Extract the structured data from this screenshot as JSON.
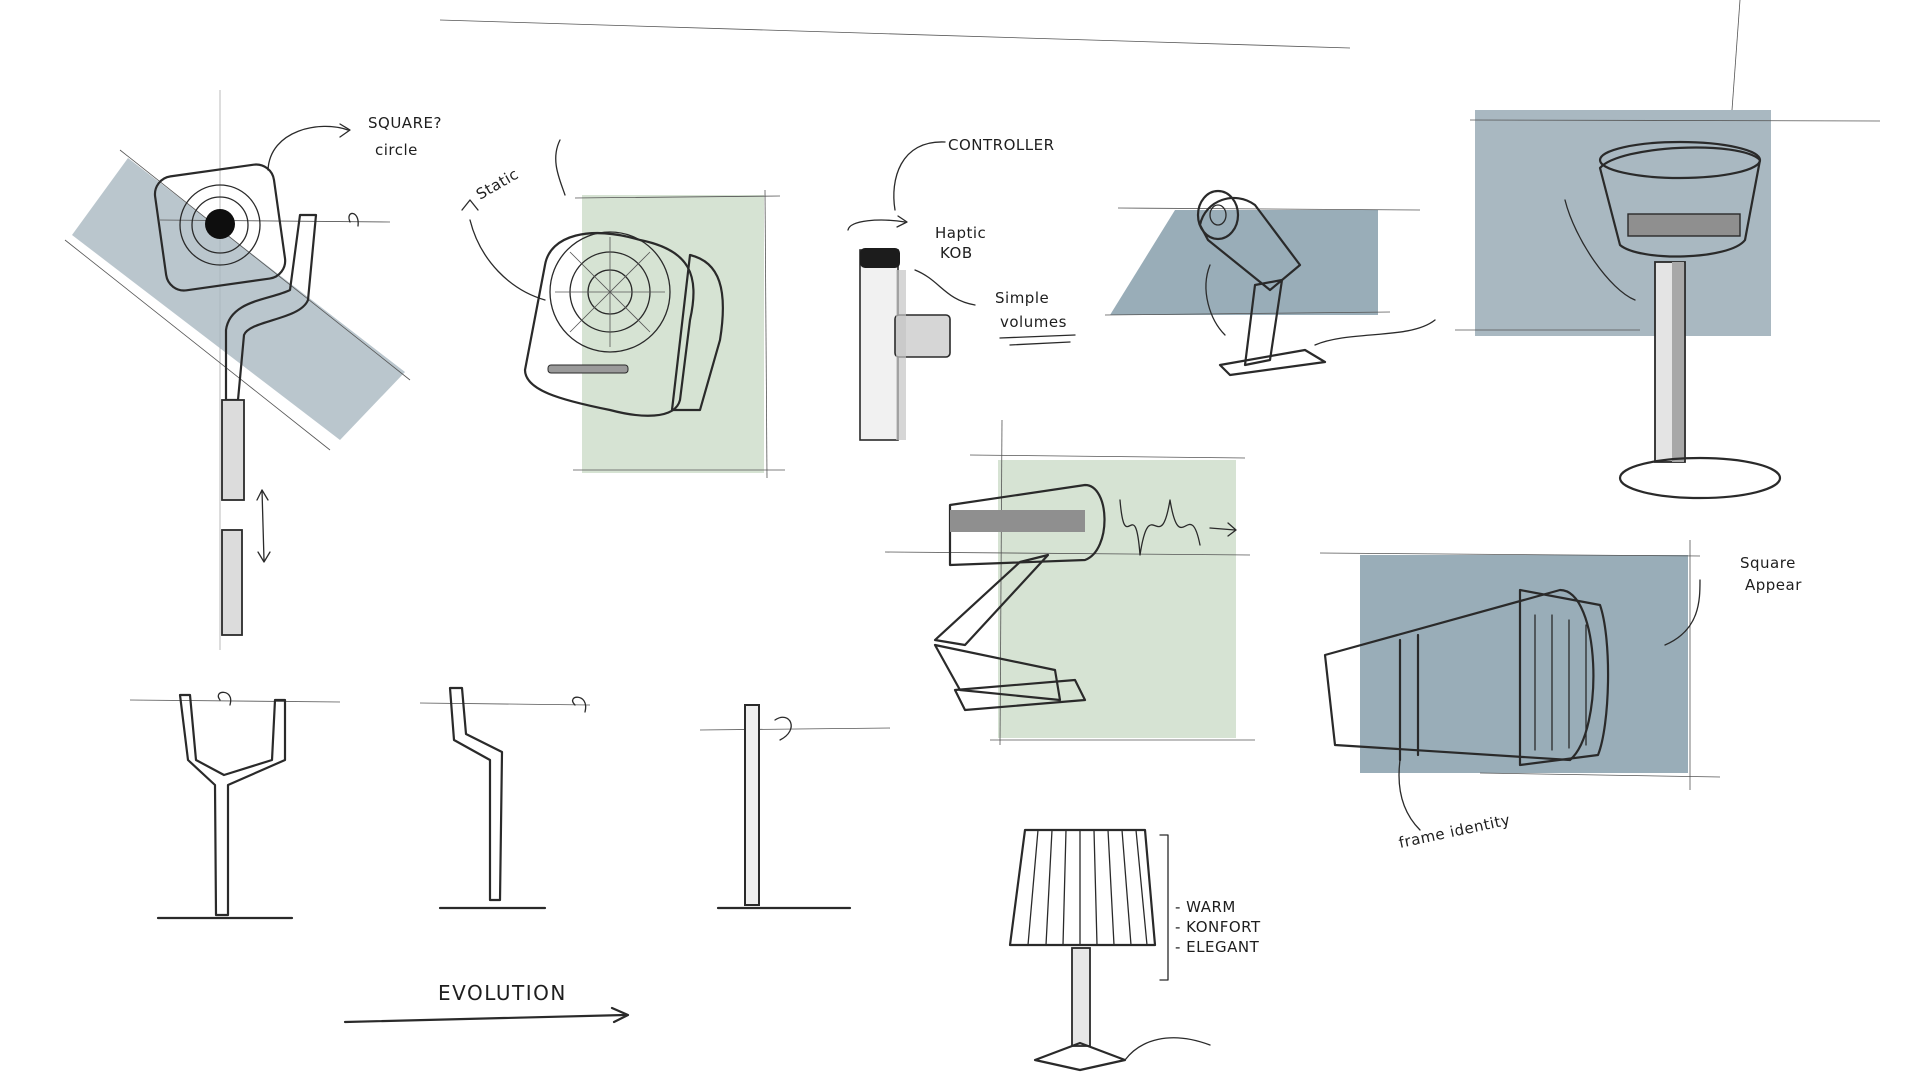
{
  "annotations": {
    "square_circle_1": "SQUARE?",
    "square_circle_2": "circle",
    "static": "Static",
    "controller": "CONTROLLER",
    "haptic_1": "Haptic",
    "haptic_2": "KOB",
    "simple_1": "Simple",
    "simple_2": "volumes",
    "square_appear_1": "Square",
    "square_appear_2": "Appear",
    "frame_identity": "frame identity",
    "evolution": "EVOLUTION",
    "lamp_warm": "- WARM",
    "lamp_konfort": "- KONFORT",
    "lamp_elegant": "- ELEGANT"
  },
  "colors": {
    "panel_blue_gray": "#a9b8c1",
    "panel_slate": "#99adb8",
    "panel_green": "#d6e3d3",
    "ink": "#2a2a2a"
  }
}
